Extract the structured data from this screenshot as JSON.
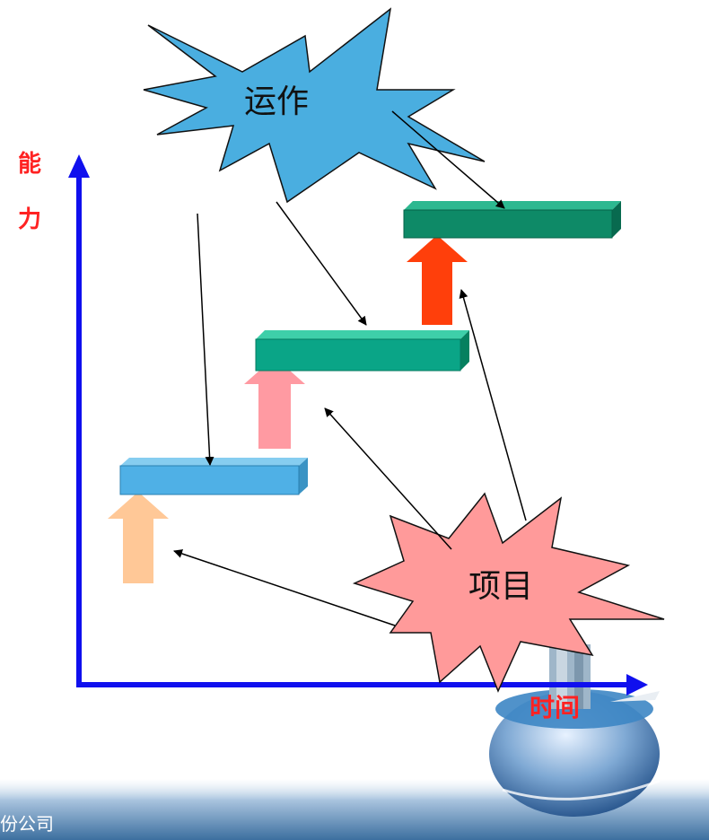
{
  "labels": {
    "y_axis_char1": "能",
    "y_axis_char2": "力",
    "x_axis": "时间",
    "operations": "运作",
    "project": "项目",
    "footer": "份公司"
  },
  "colors": {
    "axis": "#1010ee",
    "axis_label": "#ff2222",
    "operations_burst": "#4aaee0",
    "project_burst": "#ff9a9a",
    "step1": "#4fb0e6",
    "step2": "#0aa587",
    "step3": "#0e8a67",
    "arrow1": "#ffc897",
    "arrow2": "#ff9aa2",
    "arrow3": "#ff3f0b"
  }
}
